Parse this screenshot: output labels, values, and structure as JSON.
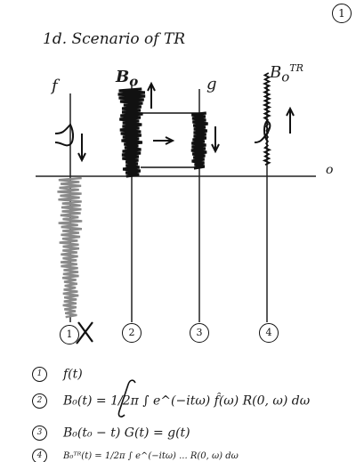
{
  "page": {
    "number": "1"
  },
  "title": "1d. Scenario of TR",
  "panels": [
    {
      "label": "f",
      "number": "1"
    },
    {
      "label": "B",
      "sub": "o",
      "number": "2"
    },
    {
      "label": "g",
      "number": "3"
    },
    {
      "label": "B",
      "sub": "o",
      "sup": "TR",
      "number": "4"
    }
  ],
  "side_marker": "o",
  "equations": [
    {
      "number": "1",
      "text": "f(t)"
    },
    {
      "number": "2",
      "text": "B₀(t) = 1/2π ∫ e^(−itω) f̂(ω) R(0, ω) dω"
    },
    {
      "number": "3",
      "text": "B₀(t₀ − t) G(t) = g(t)"
    },
    {
      "number": "4",
      "text": "B₀ᵀᴿ(t) = 1/2π ∫ e^(−itω) ... R(0, ω) dω"
    }
  ]
}
